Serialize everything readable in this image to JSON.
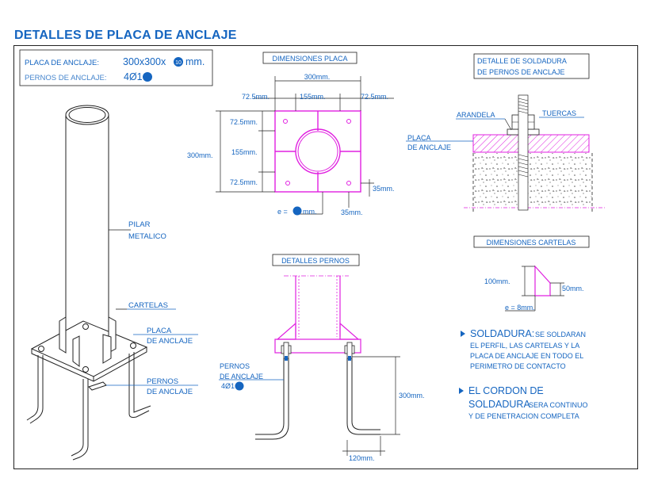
{
  "title": "DETALLES DE PLACA DE ANCLAJE",
  "legend": {
    "placa_label": "PLACA DE ANCLAJE:",
    "placa_value": "300x300x",
    "placa_value_end": "mm.",
    "pernos_label": "PERNOS DE ANCLAJE:",
    "pernos_value": "4Ø1",
    "badge_text": "10"
  },
  "iso": {
    "pilar": "PILAR",
    "metalico": "METALICO",
    "cartelas": "CARTELAS",
    "placa": "PLACA",
    "de_anclaje_1": "DE ANCLAJE",
    "pernos": "PERNOS",
    "de_anclaje_2": "DE ANCLAJE"
  },
  "dim_placa": {
    "heading": "DIMENSIONES PLACA",
    "total_w": "300mm.",
    "left_725": "72.5mm.",
    "center_155": "155mm.",
    "right_725": "72.5mm.",
    "v_725_top": "72.5mm.",
    "v_155": "155mm.",
    "v_725_bot": "72.5mm.",
    "v_300": "300mm.",
    "thick": "e = ",
    "thick_end": "mm.",
    "edge_35_v": "35mm.",
    "edge_35_h": "35mm."
  },
  "soldadura_detail": {
    "heading_1": "DETALLE DE SOLDADURA",
    "heading_2": "DE PERNOS DE ANCLAJE",
    "arandela": "ARANDELA",
    "tuercas": "TUERCAS",
    "placa": "PLACA",
    "de_anclaje": "DE ANCLAJE"
  },
  "pernos_detail": {
    "heading": "DETALLES PERNOS",
    "pernos": "PERNOS",
    "de_anclaje": "DE ANCLAJE",
    "qty": "4Ø1",
    "len": "300mm.",
    "hook": "120mm."
  },
  "cartelas": {
    "heading": "DIMENSIONES CARTELAS",
    "h100": "100mm.",
    "h50": "50mm.",
    "thick": "e = 8mm."
  },
  "notes": {
    "n1_big": "SOLDADURA:",
    "n1_a": "SE SOLDARAN",
    "n1_b": "EL PERFIL, LAS CARTELAS Y LA",
    "n1_c": "PLACA DE ANCLAJE EN TODO EL",
    "n1_d": "PERIMETRO DE CONTACTO",
    "n2_big": "EL CORDON DE",
    "n2_big2": "SOLDADURA",
    "n2_a": "SERA CONTINUO",
    "n2_b": "Y DE PENETRACION COMPLETA"
  },
  "colors": {
    "blue": "#1565c0",
    "magenta": "#e020e0",
    "line": "#222222"
  }
}
